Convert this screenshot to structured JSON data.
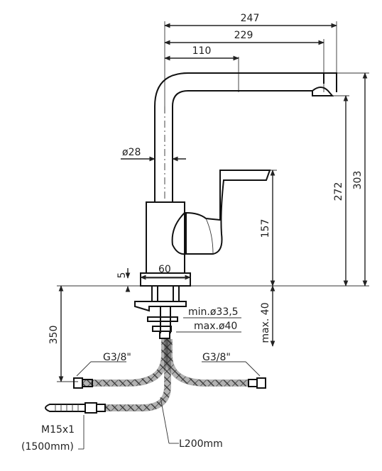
{
  "dimensions": {
    "width_247": "247",
    "width_229": "229",
    "width_110": "110",
    "diameter_28": "ø28",
    "height_303": "303",
    "height_272": "272",
    "height_157": "157",
    "base_60": "60",
    "base_5": "5",
    "depth_350": "350",
    "max_40": "max. 40"
  },
  "labels": {
    "hole_min": "min.ø33,5",
    "hole_max": "max.ø40",
    "thread_left": "G3/8\"",
    "thread_right": "G3/8\"",
    "connector": "M15x1",
    "hose_length": "(1500mm)",
    "flex_length": "L200mm"
  },
  "colors": {
    "ink": "#222222",
    "background": "#ffffff"
  }
}
